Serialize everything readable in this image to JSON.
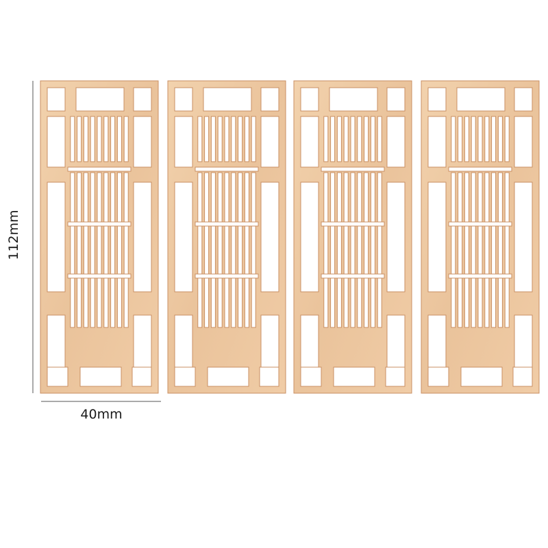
{
  "dimensions": {
    "height_label": "112mm",
    "width_label": "40mm"
  },
  "colors": {
    "wood": "#eec8a1",
    "wood_edge": "#c98f63",
    "background": "#ffffff",
    "dim_line": "#555555"
  },
  "panels": [
    {
      "id": "panel-1"
    },
    {
      "id": "panel-2"
    },
    {
      "id": "panel-3"
    },
    {
      "id": "panel-4"
    }
  ]
}
